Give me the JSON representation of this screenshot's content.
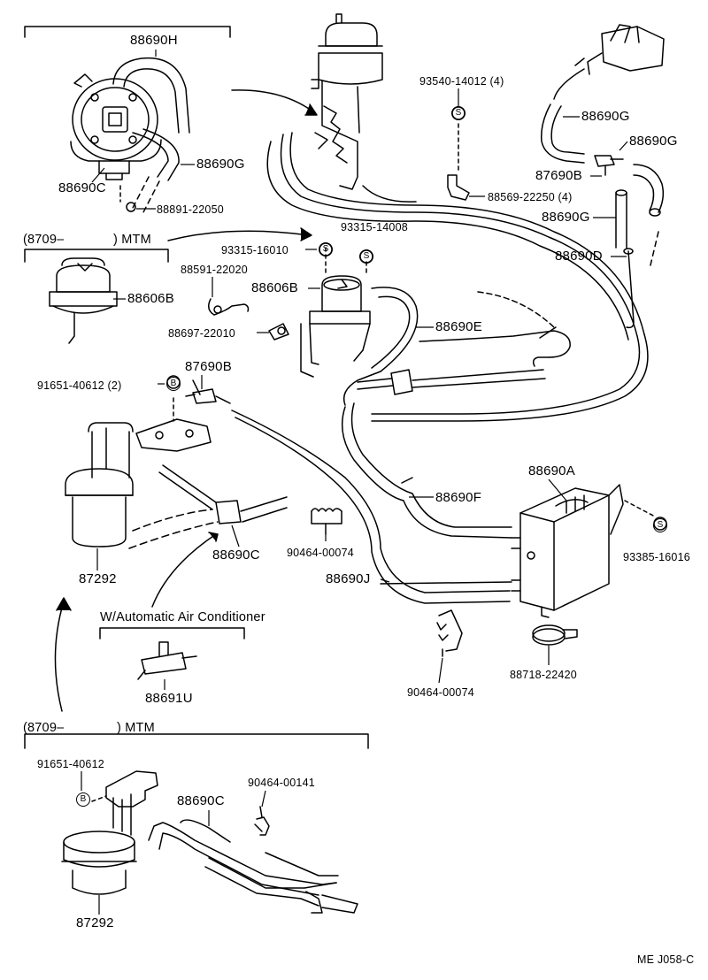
{
  "labels": {
    "p88690H": "88690H",
    "p88690G_a": "88690G",
    "p88690C_a": "88690C",
    "p88891": "88891-22050",
    "p93540": "93540-14012 (4)",
    "p88690G_b": "88690G",
    "p88690G_c": "88690G",
    "p87690B_a": "87690B",
    "p88569": "88569-22250 (4)",
    "p88690G_d": "88690G",
    "p88690D": "88690D",
    "p93315_16010": "93315-16010",
    "p93315_14008": "93315-14008",
    "p88591": "88591-22020",
    "p88606B_a": "88606B",
    "p88606B_b": "88606B",
    "p88697": "88697-22010",
    "p88690E": "88690E",
    "p91651_a": "91651-40612 (2)",
    "p87690B_b": "87690B",
    "p88690A": "88690A",
    "p88690F": "88690F",
    "p93385": "93385-16016",
    "p88690C_b": "88690C",
    "p90464_a": "90464-00074",
    "p87292_a": "87292",
    "p88690J": "88690J",
    "p88691U": "88691U",
    "p90464_b": "90464-00074",
    "p88718": "88718-22420",
    "p91651_b": "91651-40612",
    "p90464_c": "90464-00141",
    "p88690C_c": "88690C",
    "p87292_b": "87292",
    "code": "ME J058-C"
  },
  "groups": {
    "mtm1_code": "(8709–",
    "mtm1_label": ") MTM",
    "auto_ac": "W/Automatic Air Conditioner",
    "mtm2_code": "(8709–",
    "mtm2_label": ") MTM"
  },
  "symbols": {
    "s": "S",
    "b": "B"
  }
}
